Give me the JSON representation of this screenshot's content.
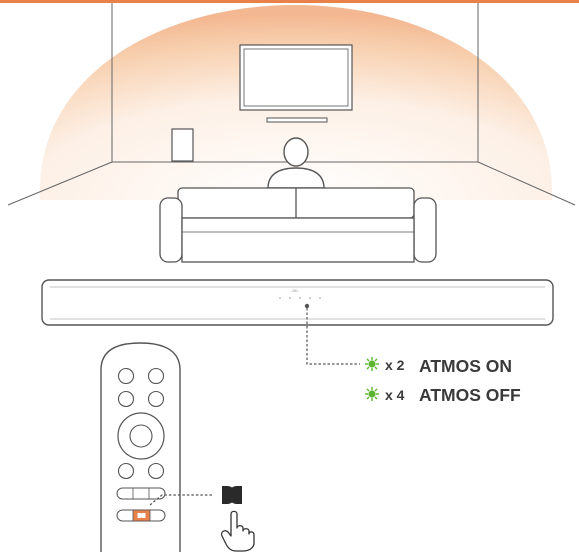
{
  "brand_logo_text": "JBL",
  "indicators": [
    {
      "count": "x 2",
      "state": "ATMOS ON",
      "led_color": "#5cb531"
    },
    {
      "count": "x 4",
      "state": "ATMOS OFF",
      "led_color": "#5cb531"
    }
  ],
  "colors": {
    "accent": "#e8824a",
    "sound_glow": "#f6c9a6",
    "line": "#555555"
  },
  "icons": {
    "dolby_button": "dolby-icon",
    "hand": "pointing-hand-icon"
  }
}
